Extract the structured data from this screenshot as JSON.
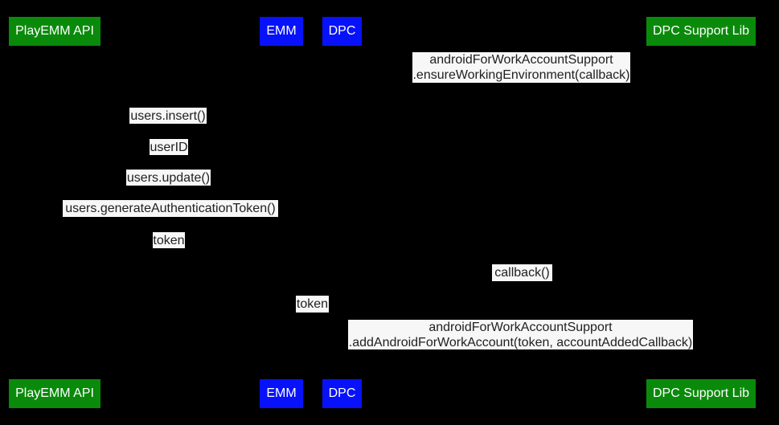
{
  "colors": {
    "background": "#000000",
    "green": "#0a8a0a",
    "blue": "#0712fb",
    "label_bg": "#f7f7f7",
    "label_text": "#212121",
    "box_text": "#ffffff"
  },
  "participants": [
    {
      "label": "PlayEMM API",
      "color": "green"
    },
    {
      "label": "EMM",
      "color": "blue"
    },
    {
      "label": "DPC",
      "color": "blue"
    },
    {
      "label": "DPC Support Lib",
      "color": "green"
    }
  ],
  "messages": [
    {
      "text": "androidForWorkAccountSupport\n.ensureWorkingEnvironment(callback)"
    },
    {
      "text": "users.insert()"
    },
    {
      "text": "userID"
    },
    {
      "text": "users.update()"
    },
    {
      "text": "users.generateAuthenticationToken()"
    },
    {
      "text": "token"
    },
    {
      "text": "callback()"
    },
    {
      "text": "token"
    },
    {
      "text": "androidForWorkAccountSupport\n.addAndroidForWorkAccount(token, accountAddedCallback)"
    }
  ]
}
